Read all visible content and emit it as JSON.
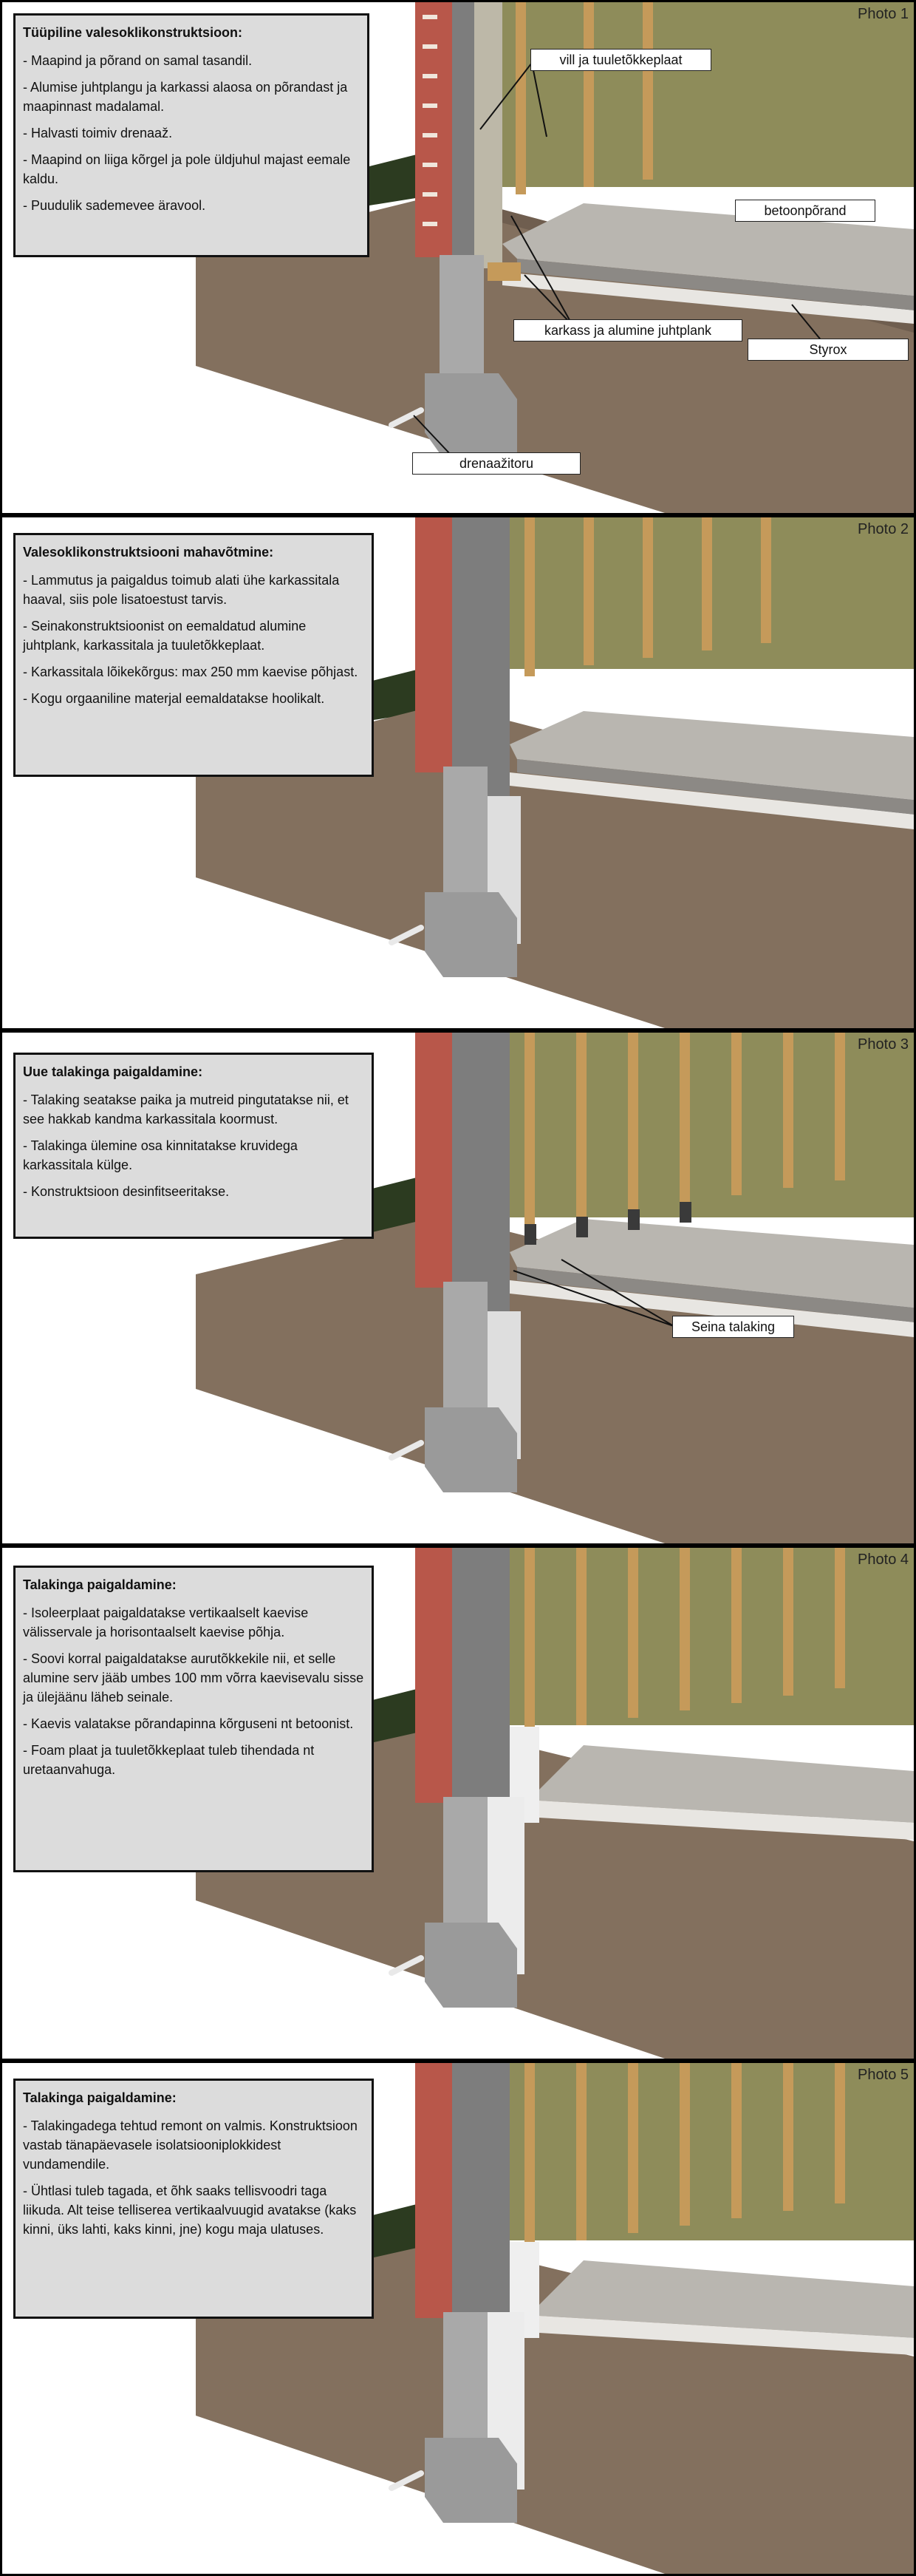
{
  "colors": {
    "frame": "#000000",
    "info_bg": "#dcdcdc",
    "soil": "#83705e",
    "brick": "#b8574a",
    "insulation": "#8e8c5a",
    "stud": "#c59a5a",
    "concrete": "#b9b6b0",
    "block": "#a9a9a9",
    "grass": "#2c3b20"
  },
  "panels": [
    {
      "photo": "Photo 1",
      "title": "Tüüpiline valesoklikonstruktsioon:",
      "items": [
        "- Maapind ja põrand on samal tasandil.",
        "- Alumise juhtplangu ja karkassi alaosa on põrandast ja maapinnast madalamal.",
        "- Halvasti toimiv drenaaž.",
        "- Maapind on liiga kõrgel ja pole üldjuhul majast eemale kaldu.",
        "- Puudulik sademevee äravool."
      ],
      "labels": {
        "vill": "vill ja tuuletõkkeplaat",
        "betoon": "betoonpõrand",
        "karkass": "karkass ja alumine juhtplank",
        "styrox": "Styrox",
        "drenaaz": "drenaažitoru"
      }
    },
    {
      "photo": "Photo 2",
      "title": "Valesoklikonstruktsiooni mahavõtmine:",
      "items": [
        "- Lammutus ja paigaldus toimub alati ühe karkassitala haaval, siis pole lisatoestust tarvis.",
        "- Seinakonstruktsioonist on eemaldatud alumine juhtplank, karkassitala ja tuuletõkkeplaat.",
        "- Karkassitala lõikekõrgus: max 250 mm kaevise põhjast.",
        "- Kogu orgaaniline materjal eemaldatakse hoolikalt."
      ]
    },
    {
      "photo": "Photo 3",
      "title": "Uue talakinga paigaldamine:",
      "items": [
        "- Talaking seatakse paika ja mutreid pingutatakse nii, et see hakkab kandma karkassitala koormust.",
        "- Talakinga ülemine osa kinnitatakse kruvidega karkassitala külge.",
        "- Konstruktsioon desinfitseeritakse."
      ],
      "labels": {
        "seina": "Seina talaking"
      }
    },
    {
      "photo": "Photo 4",
      "title": "Talakinga paigaldamine:",
      "items": [
        "- Isoleerplaat paigaldatakse vertikaalselt kaevise välisservale ja horisontaalselt kaevise põhja.",
        "- Soovi korral paigaldatakse aurutõkkekile nii, et selle alumine serv jääb umbes 100 mm võrra kaevisevalu sisse ja ülejäänu läheb seinale.",
        "- Kaevis valatakse põrandapinna kõrguseni nt betoonist.",
        "- Foam plaat ja tuuletõkkeplaat tuleb tihendada nt uretaanvahuga."
      ]
    },
    {
      "photo": "Photo 5",
      "title": "Talakinga paigaldamine:",
      "items": [
        "- Talakingadega tehtud remont on valmis. Konstruktsioon vastab tänapäevasele isolatsiooniplokkidest vundamendile.",
        "- Ühtlasi tuleb tagada, et õhk saaks tellisvoodri taga liikuda. Alt teise telliserea vertikaalvuugid avatakse (kaks kinni, üks lahti, kaks kinni, jne) kogu maja ulatuses."
      ]
    }
  ]
}
